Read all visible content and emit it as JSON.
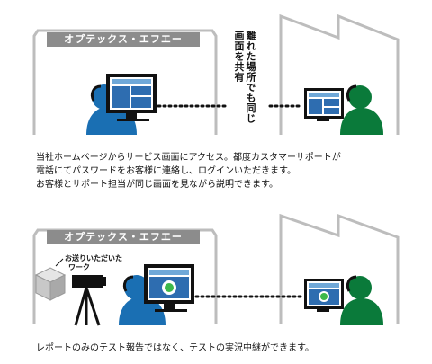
{
  "panel_top": {
    "company_label": "オプテックス・エフエー",
    "vertical_caption": "離れた場所でも同じ画面を共有",
    "description_lines": [
      "当社ホームページからサービス画面にアクセス。都度カスタマーサポートが",
      "電話にてパスワードをお客様に連絡し、ログインいただきます。",
      "お客様とサポート担当が同じ画面を見ながら説明できます。"
    ],
    "colors": {
      "staff": "#1a6fb3",
      "customer": "#0a7a3a",
      "label_bg": "#8c8c8c"
    }
  },
  "panel_bottom": {
    "company_label": "オプテックス・エフエー",
    "work_caption_lines": [
      "お送りいただいた",
      "ワーク"
    ],
    "description": "レポートのみのテスト報告ではなく、テストの実況中継ができます。"
  }
}
